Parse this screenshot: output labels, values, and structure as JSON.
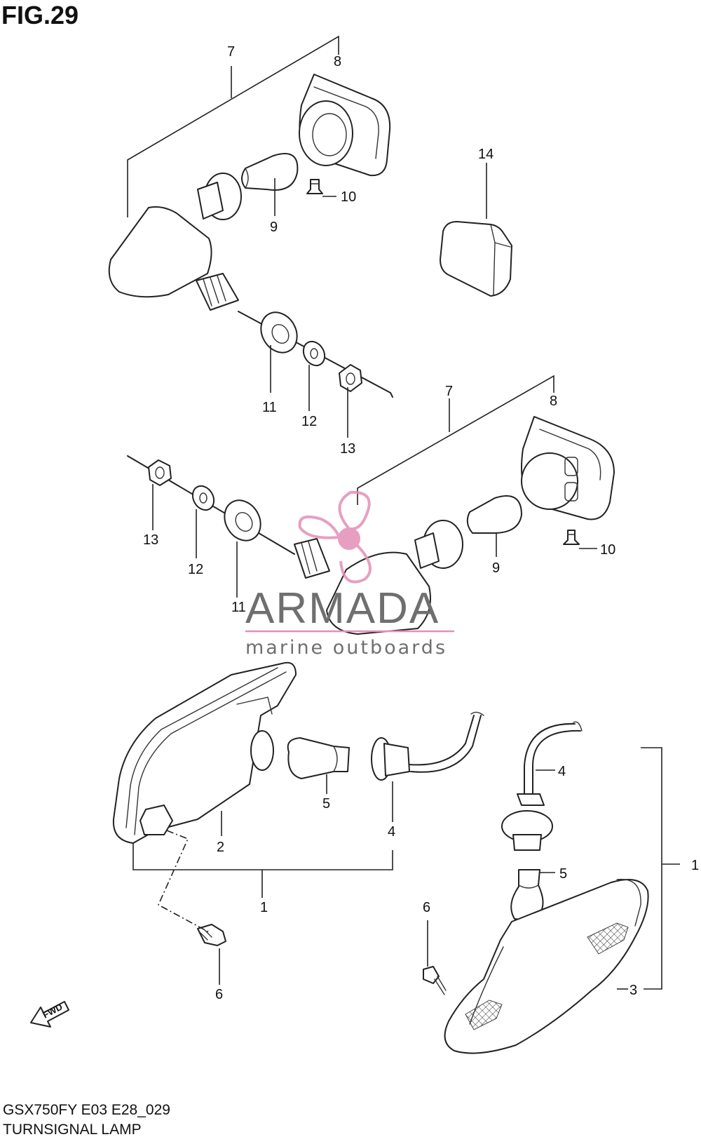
{
  "figure": {
    "title": "FIG.29",
    "model_code": "GSX750FY E03 E28_029",
    "section_name": "TURNSIGNAL LAMP"
  },
  "watermark": {
    "brand": "ARMADA",
    "tagline": "marine outboards",
    "accent_color": "#e38fb7",
    "text_color": "#6f6f6f"
  },
  "direction_arrow": "FWD",
  "callouts": [
    {
      "id": "7a",
      "label": "7"
    },
    {
      "id": "8a",
      "label": "8"
    },
    {
      "id": "9a",
      "label": "9"
    },
    {
      "id": "10a",
      "label": "10"
    },
    {
      "id": "11a",
      "label": "11"
    },
    {
      "id": "12a",
      "label": "12"
    },
    {
      "id": "13a",
      "label": "13"
    },
    {
      "id": "14a",
      "label": "14"
    },
    {
      "id": "7b",
      "label": "7"
    },
    {
      "id": "8b",
      "label": "8"
    },
    {
      "id": "9b",
      "label": "9"
    },
    {
      "id": "10b",
      "label": "10"
    },
    {
      "id": "11b",
      "label": "11"
    },
    {
      "id": "12b",
      "label": "12"
    },
    {
      "id": "13b",
      "label": "13"
    },
    {
      "id": "1a",
      "label": "1"
    },
    {
      "id": "2a",
      "label": "2"
    },
    {
      "id": "4a",
      "label": "4"
    },
    {
      "id": "5a",
      "label": "5"
    },
    {
      "id": "6a",
      "label": "6"
    },
    {
      "id": "1b",
      "label": "1"
    },
    {
      "id": "3b",
      "label": "3"
    },
    {
      "id": "4b",
      "label": "4"
    },
    {
      "id": "5b",
      "label": "5"
    },
    {
      "id": "6b",
      "label": "6"
    }
  ]
}
